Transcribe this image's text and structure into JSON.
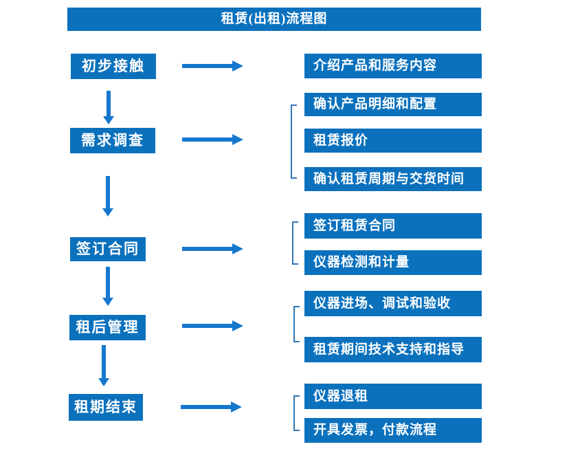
{
  "title": "租赁(出租)流程图",
  "colors": {
    "box_blue": "#0b71bd",
    "arrow_blue": "#1577ce",
    "bracket_blue": "#2e75b6",
    "text_white": "#ffffff",
    "background": "#ffffff"
  },
  "flow": {
    "steps": [
      {
        "label": "初步接触"
      },
      {
        "label": "需求调查"
      },
      {
        "label": "签订合同"
      },
      {
        "label": "租后管理"
      },
      {
        "label": "租期结束"
      }
    ],
    "details": {
      "step1": [
        "介绍产品和服务内容"
      ],
      "step2": [
        "确认产品明细和配置",
        "租赁报价",
        "确认租赁周期与交货时间"
      ],
      "step3": [
        "签订租赁合同",
        "仪器检测和计量"
      ],
      "step4": [
        "仪器进场、调试和验收",
        "租赁期间技术支持和指导"
      ],
      "step5": [
        "仪器退租",
        "开具发票，付款流程"
      ]
    }
  }
}
